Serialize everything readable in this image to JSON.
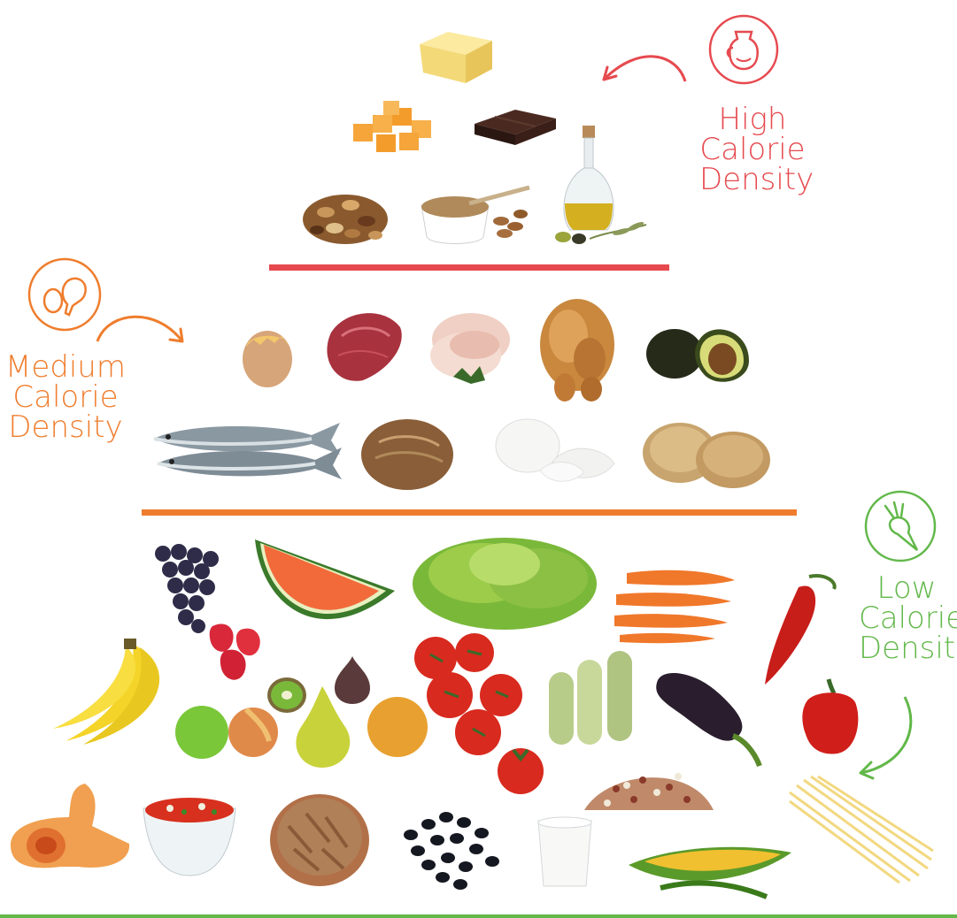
{
  "colors": {
    "high": "#e64a4f",
    "medium": "#ef7d2d",
    "low": "#62b84a"
  },
  "tiers": {
    "high": {
      "lines": [
        "High",
        "Calorie",
        "Density"
      ],
      "icon": "pitcher-icon",
      "foods": [
        "butter",
        "cheese-cubes",
        "dark-chocolate",
        "olive-oil",
        "mixed-nuts",
        "nut-butter",
        "almonds"
      ]
    },
    "medium": {
      "lines": [
        "Medium",
        "Calorie",
        "Density"
      ],
      "icon": "chicken-egg-icon",
      "foods": [
        "egg",
        "beef-steak",
        "sliced-ham",
        "roast-chicken",
        "avocado",
        "fish",
        "bread-loaf",
        "mozzarella",
        "english-muffins"
      ]
    },
    "low": {
      "lines": [
        "Low",
        "Calorie",
        "Density"
      ],
      "icon": "carrot-icon",
      "foods": [
        "grapes",
        "watermelon",
        "lettuce",
        "carrots",
        "chili-pepper",
        "strawberries",
        "kiwi",
        "fig",
        "tomatoes",
        "zucchini",
        "eggplant",
        "red-pepper",
        "bananas",
        "apples",
        "pear",
        "orange",
        "mixed-beans",
        "spaghetti",
        "butternut-squash",
        "salsa",
        "whole-wheat-penne",
        "black-beans",
        "glass-of-milk",
        "corn"
      ]
    }
  }
}
